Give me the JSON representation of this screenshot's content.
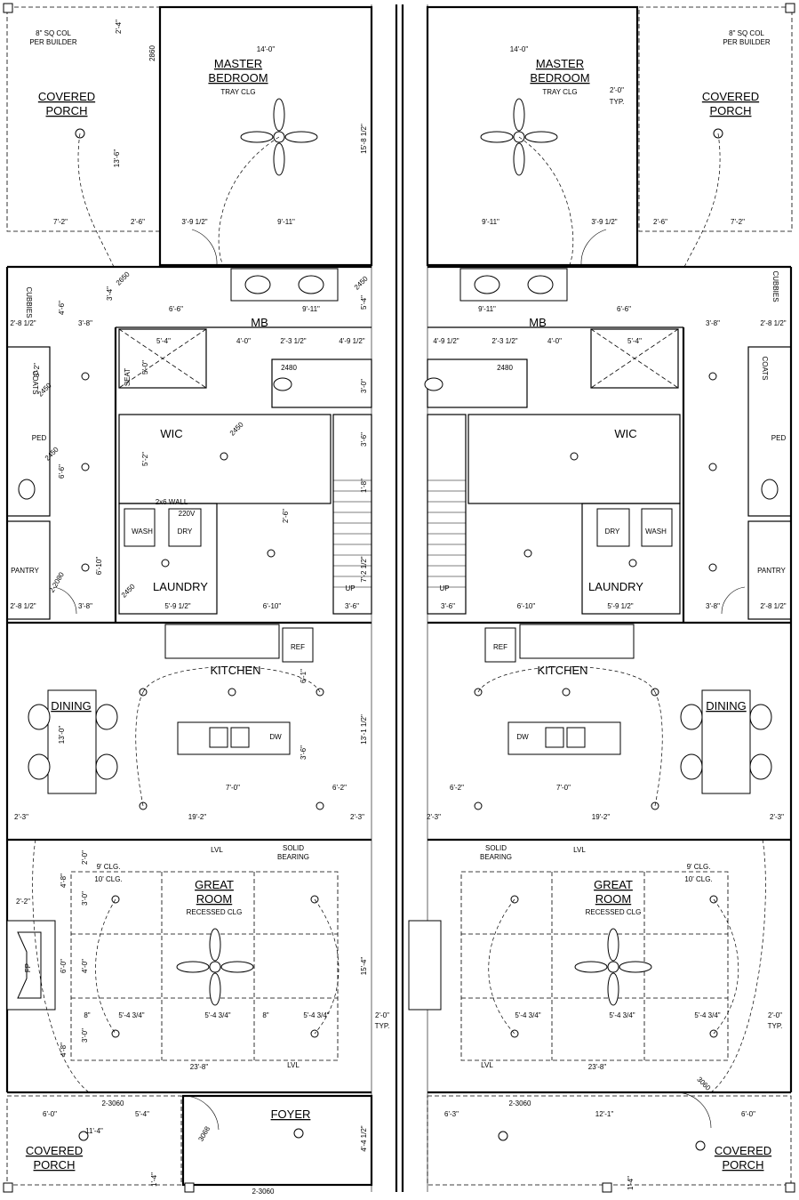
{
  "left_unit": {
    "rooms": {
      "master": [
        "MASTER",
        "BEDROOM"
      ],
      "tray": "TRAY CLG",
      "covered_porch_top": [
        "COVERED",
        "PORCH"
      ],
      "mb": "MB",
      "wic": "WIC",
      "laundry": "LAUNDRY",
      "wash": "WASH",
      "dry": "DRY",
      "wall2x6": "2x6 WALL",
      "v220": "220V",
      "kitchen": "KITCHEN",
      "ref": "REF",
      "dw": "DW",
      "dining": "DINING",
      "great": [
        "GREAT",
        "ROOM"
      ],
      "recessed": "RECESSED CLG",
      "clg9": "9' CLG.",
      "clg10": "10' CLG.",
      "foyer": "FOYER",
      "covered_porch_bottom": [
        "COVERED",
        "PORCH"
      ],
      "pantry": "PANTRY",
      "coats": "COATS",
      "cubbies": "CUBBIES",
      "ped": "PED",
      "fp": "FP",
      "col_note": [
        "8\" SQ COL",
        "PER BUILDER"
      ],
      "up": "UP",
      "lvl": "LVL",
      "solid_bearing": [
        "SOLID",
        "BEARING"
      ],
      "seat": "SEAT"
    },
    "dims": {
      "d_14_0": "14'-0\"",
      "d_13_6": "13'-6\"",
      "d_15_8": "15'-8 1/2\"",
      "d_7_2": "7'-2\"",
      "d_2_6": "2'-6\"",
      "d_3_9": "3'-9 1/2\"",
      "d_9_11": "9'-11\"",
      "d_2_4": "2'-4\"",
      "d_2860": "2860",
      "d_2650": "2650",
      "d_6_6": "6'-6\"",
      "d_9_11b": "9'-11\"",
      "d_5_4": "5'-4\"",
      "d_2_8": "2'-8 1/2\"",
      "d_3_8": "3'-8\"",
      "d_5_4b": "5'-4\"",
      "d_4_0": "4'-0\"",
      "d_2_3": "2'-3 1/2\"",
      "d_4_9": "4'-9 1/2\"",
      "d_2480": "2480",
      "d_3_0": "3'-0\"",
      "d_5_0": "5'-0\"",
      "d_5_2": "5'-2\"",
      "d_3_6": "3'-6\"",
      "d_1_8": "1'-8\"",
      "d_2_6b": "2'-6\"",
      "d_7_2b": "7'-2 1/2\"",
      "d_6_10": "6'-10\"",
      "d_5_9": "5'-9 1/2\"",
      "d_6_10b": "6'-10\"",
      "d_3_6b": "3'-6\"",
      "d_6_1": "6'-1\"",
      "d_13_1": "13'-1 1/2\"",
      "d_13_0": "13'-0\"",
      "d_7_0": "7'-0\"",
      "d_6_2": "6'-2\"",
      "d_19_2": "19'-2\"",
      "d_2_3b": "2'-3\"",
      "d_2_0": "2'-0\"",
      "d_4_8": "4'-8\"",
      "d_3_0b": "3'-0\"",
      "d_6_0": "6'-0\"",
      "d_4_0b": "4'-0\"",
      "d_15_4": "15'-4\"",
      "d_5_4_3": "5'-4 3/4\"",
      "d_8": "8\"",
      "d_23_8": "23'-8\"",
      "d_2_3060": "2-3060",
      "d_6_0b": "6'-0\"",
      "d_5_4c": "5'-4\"",
      "d_11_4": "11'-4\"",
      "d_4_4": "4'-4 1/2\"",
      "d_3068": "3068",
      "d_1_4": "1'-4\"",
      "d_2_2": "2'-2\"",
      "d_2450": "2450",
      "d_2080": "2-2080",
      "d_4_6": "4'-6\"",
      "d_3_4": "3'-4\"",
      "d_5_4d": "5'-4\"",
      "d_3_2": "3'-2\"",
      "d_6_6b": "6'-6\"",
      "typ": "TYP."
    }
  },
  "right_unit": {
    "rooms": {
      "master": [
        "MASTER",
        "BEDROOM"
      ],
      "tray": "TRAY CLG",
      "covered_porch_top": [
        "COVERED",
        "PORCH"
      ],
      "mb": "MB",
      "wic": "WIC",
      "laundry": "LAUNDRY",
      "wash": "WASH",
      "dry": "DRY",
      "kitchen": "KITCHEN",
      "ref": "REF",
      "dw": "DW",
      "dining": "DINING",
      "great": [
        "GREAT",
        "ROOM"
      ],
      "recessed": "RECESSED CLG",
      "clg9": "9' CLG.",
      "clg10": "10' CLG.",
      "covered_porch_bottom": [
        "COVERED",
        "PORCH"
      ],
      "pantry": "PANTRY",
      "coats": "COATS",
      "cubbies": "CUBBIES",
      "ped": "PED",
      "col_note": [
        "8\" SQ COL",
        "PER BUILDER"
      ],
      "up": "UP",
      "lvl": "LVL",
      "solid_bearing": [
        "SOLID",
        "BEARING"
      ]
    },
    "dims": {
      "d_14_0": "14'-0\"",
      "d_2_0typ": "2'-0\"",
      "d_12_1": "12'-1\"",
      "d_6_3": "6'-3\"",
      "d_3060": "3060",
      "d_23_8": "23'-8\"",
      "d_6_0": "6'-0\""
    }
  }
}
